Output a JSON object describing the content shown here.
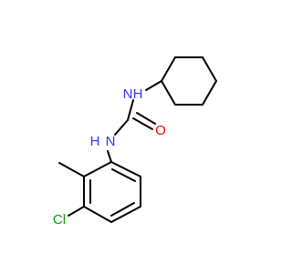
{
  "molecule": {
    "atoms": {
      "nh_top": {
        "label": "H",
        "sub": "N",
        "color": "#3333ff"
      },
      "nh_bottom": {
        "label": "H",
        "sub": "N",
        "color": "#3333ff"
      },
      "oxygen": {
        "label": "O",
        "color": "#ff0000"
      },
      "chlorine": {
        "label": "Cl",
        "color": "#00a000"
      }
    },
    "bond_color": "#000000"
  }
}
